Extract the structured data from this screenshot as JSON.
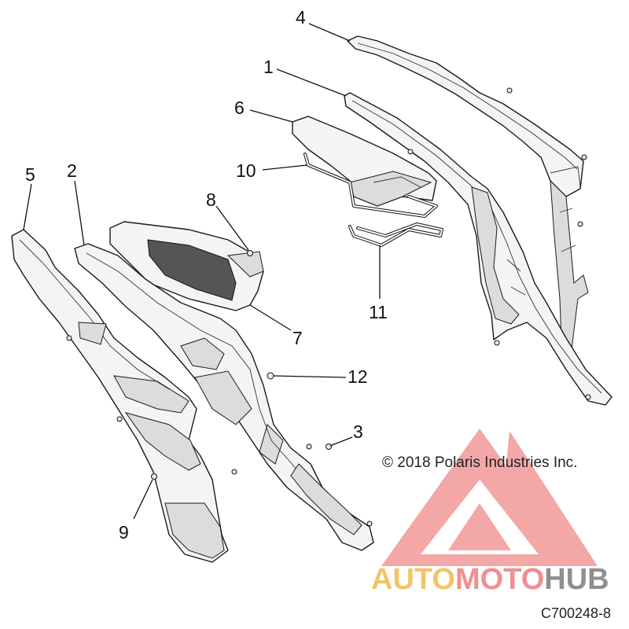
{
  "callouts": [
    {
      "label": "1"
    },
    {
      "label": "2"
    },
    {
      "label": "3"
    },
    {
      "label": "4"
    },
    {
      "label": "5"
    },
    {
      "label": "6"
    },
    {
      "label": "7"
    },
    {
      "label": "8"
    },
    {
      "label": "9"
    },
    {
      "label": "10"
    },
    {
      "label": "11"
    },
    {
      "label": "12"
    }
  ],
  "copyright": "© 2018 Polaris Industries Inc.",
  "drawing_code": "C700248-8",
  "watermark": {
    "part1": "AUTO",
    "part2": "MOTO",
    "part3": "HUB",
    "color_part1": "#f2c46a",
    "color_part2": "#f08f8f",
    "color_part3": "#8f8f8f",
    "logo_color": "#f08a8a"
  }
}
